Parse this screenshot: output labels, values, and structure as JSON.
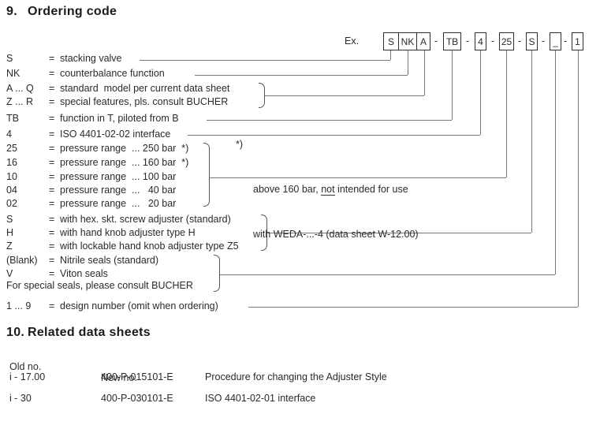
{
  "section9": {
    "number": "9.",
    "title": "Ordering code",
    "example": {
      "label": "Ex.",
      "group": [
        "S",
        "NK",
        "A"
      ],
      "boxes": [
        "TB",
        "4",
        "25",
        "S",
        "_",
        "1"
      ],
      "dash": "-"
    },
    "rows": [
      {
        "code": "S",
        "eq": "=",
        "desc": "stacking valve"
      },
      {
        "code": "NK",
        "eq": "=",
        "desc": "counterbalance function"
      },
      {
        "code": "A ... Q",
        "eq": "=",
        "desc": "standard  model per current data sheet"
      },
      {
        "code": "Z ... R",
        "eq": "=",
        "desc": "special features, pls. consult BUCHER"
      },
      {
        "code": "TB",
        "eq": "=",
        "desc": "function in T, piloted from B"
      },
      {
        "code": "4",
        "eq": "=",
        "desc": "ISO 4401-02-02 interface"
      },
      {
        "code": "25",
        "eq": "=",
        "desc": "pressure range  ... 250 bar  *)"
      },
      {
        "code": "16",
        "eq": "=",
        "desc": "pressure range  ... 160 bar  *)"
      },
      {
        "code": "10",
        "eq": "=",
        "desc": "pressure range  ... 100 bar"
      },
      {
        "code": "04",
        "eq": "=",
        "desc": "pressure range  ...   40 bar"
      },
      {
        "code": "02",
        "eq": "=",
        "desc": "pressure range  ...   20 bar"
      },
      {
        "code": "S",
        "eq": "=",
        "desc": "with hex. skt. screw adjuster (standard)"
      },
      {
        "code": "H",
        "eq": "=",
        "desc": "with hand knob adjuster type H"
      },
      {
        "code": "Z",
        "eq": "=",
        "desc": "with lockable hand knob adjuster type Z5"
      },
      {
        "code": "(Blank)",
        "eq": "=",
        "desc": "Nitrile seals (standard)"
      },
      {
        "code": "V",
        "eq": "=",
        "desc": "Viton seals"
      },
      {
        "code": "",
        "eq": "",
        "desc": "For special seals, please consult BUCHER",
        "full": true
      },
      {
        "code": "1 ... 9",
        "eq": "=",
        "desc": "design number (omit when ordering)"
      }
    ],
    "footnote": {
      "marker": "*)",
      "line1_pre": "above 160 bar, ",
      "line1_emph": "not",
      "line1_post": " intended for use",
      "line2": "with WEDA-...-4 (data sheet W-12.00)"
    }
  },
  "section10": {
    "number": "10.",
    "title": "Related data sheets",
    "headers": {
      "old": "Old no.",
      "new": "New no."
    },
    "rows": [
      {
        "old": "i - 17.00",
        "new": "400-P-015101-E",
        "desc": "Procedure for changing the Adjuster Style"
      },
      {
        "old": "i - 30",
        "new": "400-P-030101-E",
        "desc": "ISO 4401-02-01 interface"
      }
    ]
  }
}
